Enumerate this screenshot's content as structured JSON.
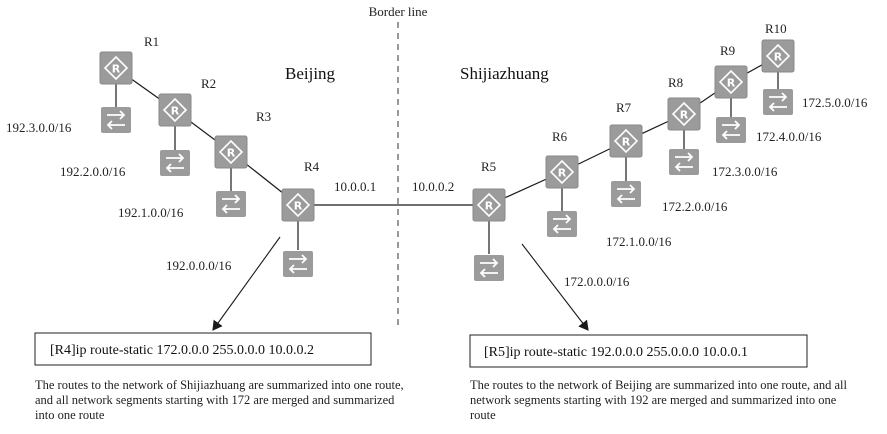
{
  "border_label": "Border line",
  "cities": {
    "left": "Beijing",
    "right": "Shijiazhuang"
  },
  "routers": [
    {
      "id": "r1",
      "label": "R1"
    },
    {
      "id": "r2",
      "label": "R2"
    },
    {
      "id": "r3",
      "label": "R3"
    },
    {
      "id": "r4",
      "label": "R4"
    },
    {
      "id": "r5",
      "label": "R5"
    },
    {
      "id": "r6",
      "label": "R6"
    },
    {
      "id": "r7",
      "label": "R7"
    },
    {
      "id": "r8",
      "label": "R8"
    },
    {
      "id": "r9",
      "label": "R9"
    },
    {
      "id": "r10",
      "label": "R10"
    }
  ],
  "networks": [
    {
      "router": "R1",
      "label": "192.3.0.0/16"
    },
    {
      "router": "R2",
      "label": "192.2.0.0/16"
    },
    {
      "router": "R3",
      "label": "192.1.0.0/16"
    },
    {
      "router": "R4",
      "label": "192.0.0.0/16"
    },
    {
      "router": "R5",
      "label": "172.0.0.0/16"
    },
    {
      "router": "R6",
      "label": "172.1.0.0/16"
    },
    {
      "router": "R7",
      "label": "172.2.0.0/16"
    },
    {
      "router": "R8",
      "label": "172.3.0.0/16"
    },
    {
      "router": "R9",
      "label": "172.4.0.0/16"
    },
    {
      "router": "R10",
      "label": "172.5.0.0/16"
    }
  ],
  "link_ips": {
    "r4": "10.0.0.1",
    "r5": "10.0.0.2"
  },
  "commands": {
    "left": "[R4]ip route-static 172.0.0.0 255.0.0.0 10.0.0.2",
    "right": "[R5]ip route-static 192.0.0.0 255.0.0.0 10.0.0.1"
  },
  "notes": {
    "left": "The routes to the network of Shijiazhuang are summarized into one route, and all network segments starting with 172 are merged and summarized into one route",
    "right": "The routes to the network of Beijing are summarized into one route, and all network segments starting with 192 are merged and summarized into one route"
  },
  "colors": {
    "device": "#9b9b9b",
    "device_dark": "#7f7f7f",
    "line": "#1a1a1a"
  }
}
